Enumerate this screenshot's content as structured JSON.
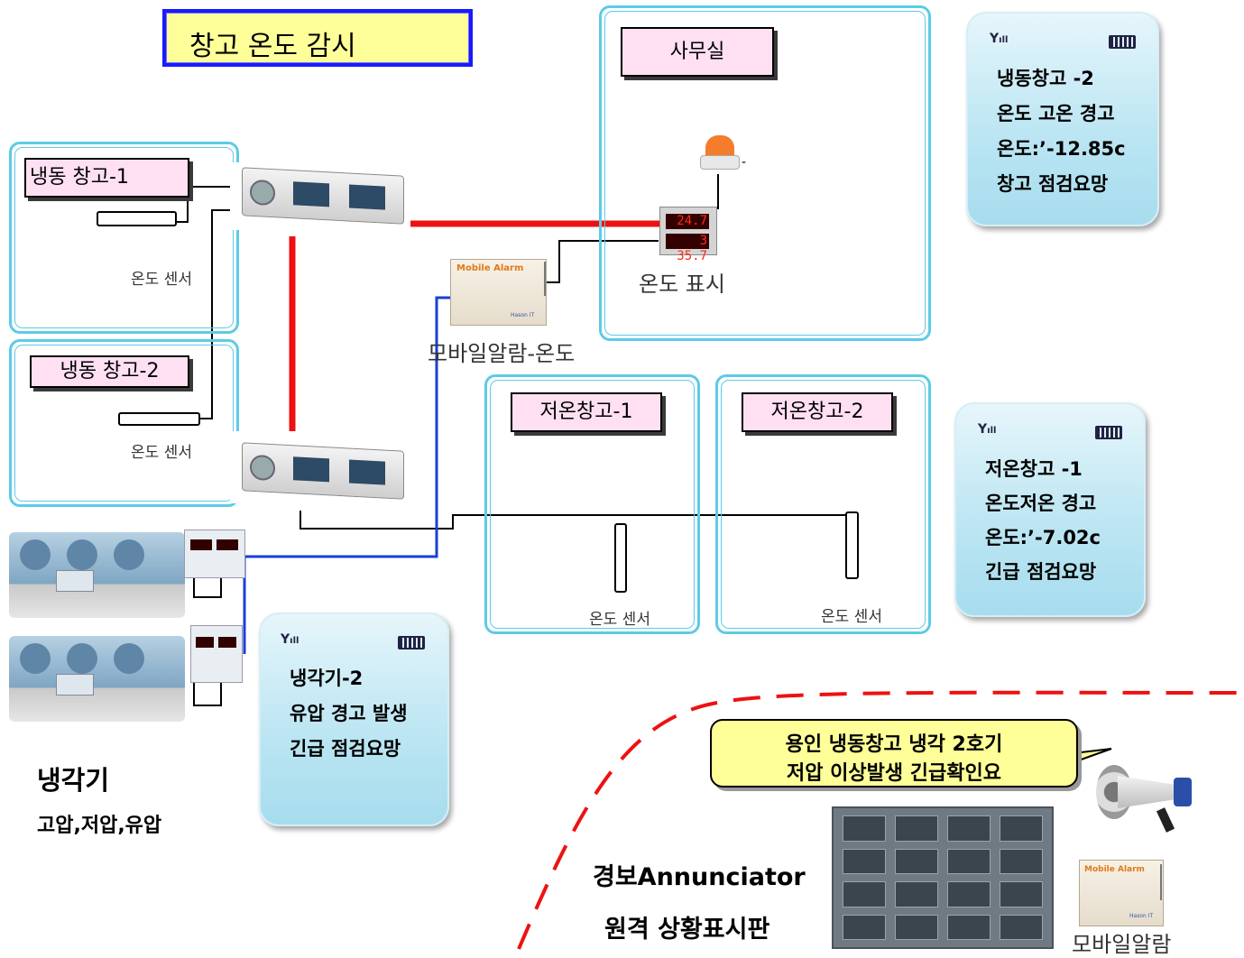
{
  "title": "창고 온도 감시",
  "office": {
    "label": "사무실",
    "display_caption": "온도 표시",
    "display_values": [
      "24.7",
      "3 35.7"
    ]
  },
  "warehouses": {
    "freezer1": {
      "label": "냉동 창고-1",
      "sensor_caption": "온도 센서"
    },
    "freezer2": {
      "label": "냉동 창고-2",
      "sensor_caption": "온도 센서"
    },
    "cold1": {
      "label": "저온창고-1",
      "sensor_caption": "온도 센서"
    },
    "cold2": {
      "label": "저온창고-2",
      "sensor_caption": "온도 센서"
    }
  },
  "mobile_alarm_temp": {
    "caption": "모바일알람-온도",
    "device_text": "Mobile Alarm",
    "brand": "Hason IT"
  },
  "mobile_alarm_bottom": {
    "caption": "모바일알람",
    "device_text": "Mobile Alarm",
    "brand": "Hason IT"
  },
  "phones": {
    "top": [
      "냉동창고 -2",
      "온도 고온 경고",
      "온도:’-12.85c",
      "창고 점검요망"
    ],
    "mid": [
      "저온창고 -1",
      "온도저온 경고",
      "온도:’-7.02c",
      "긴급 점검요망"
    ],
    "bottom": [
      "냉각기-2",
      "유압 경고 발생",
      "긴급 점검요망"
    ]
  },
  "chiller": {
    "title": "냉각기",
    "subtitle": "고압,저압,유압"
  },
  "annunciator": {
    "line1": "경보Annunciator",
    "line2": "원격 상황표시판"
  },
  "speech": {
    "line1": "용인 냉동창고 냉각 2호기",
    "line2": "저압 이상발생 긴급확인요"
  },
  "colors": {
    "room_border": "#5ccbe6",
    "label_bg": "#ffe0f2",
    "title_bg": "#ffff99",
    "title_border": "#1a1aff",
    "red_line": "#ee1111",
    "blue_line": "#1a3fd6",
    "speech_bg": "#ffff99"
  }
}
